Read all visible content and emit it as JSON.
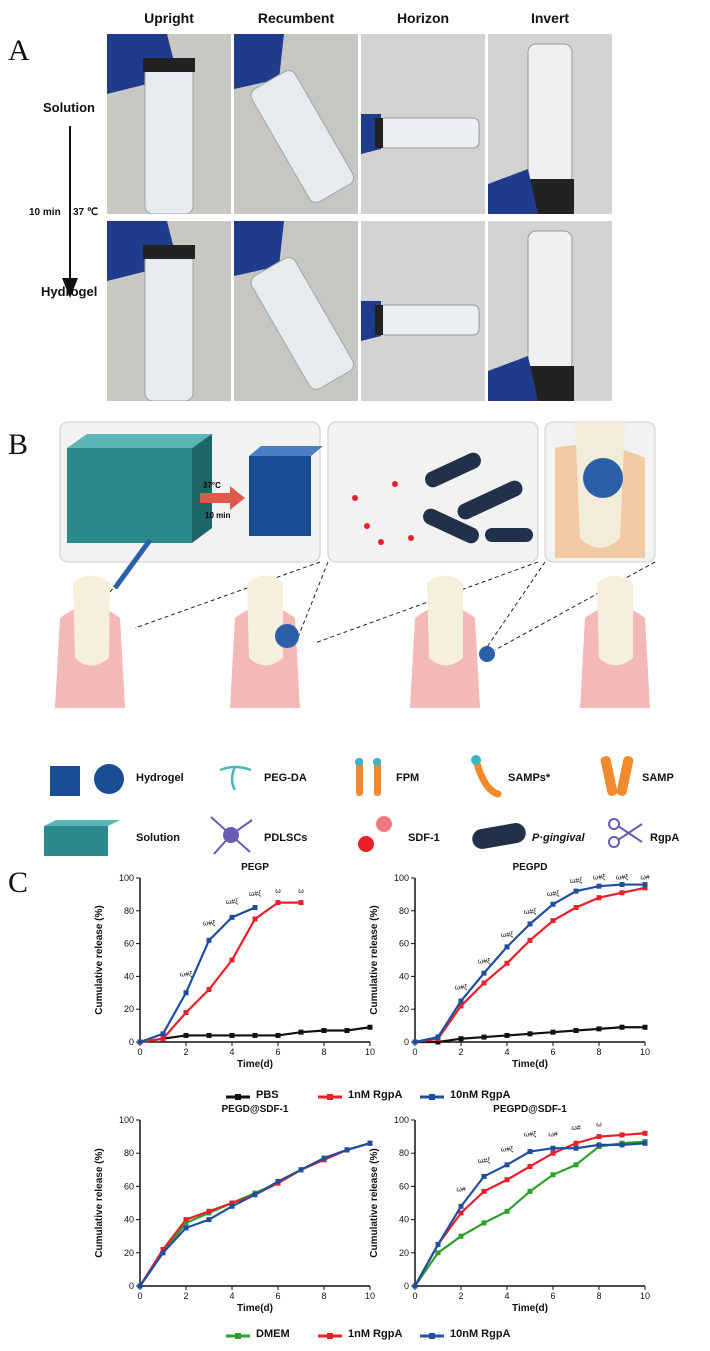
{
  "panels": {
    "a": "A",
    "b": "B",
    "c": "C"
  },
  "panel_a": {
    "columns": [
      "Upright",
      "Recumbent",
      "Horizon",
      "Invert"
    ],
    "rows": [
      "Solution",
      "Hydrogel"
    ],
    "arrow_label_left": "10 min",
    "arrow_label_right": "37 ℃"
  },
  "panel_b": {
    "inset_label_temp": "37°C",
    "inset_label_time": "10 min",
    "legend": [
      {
        "label": "Hydrogel",
        "icon": "hydrogel-cube-icon"
      },
      {
        "label": "PEG-DA",
        "icon": "peg-da-chain-icon"
      },
      {
        "label": "FPM",
        "icon": "fpm-peptide-icon"
      },
      {
        "label": "SAMPs*",
        "icon": "samp-star-icon"
      },
      {
        "label": "SAMP",
        "icon": "samp-rod-icon"
      },
      {
        "label": "Solution",
        "icon": "solution-block-icon"
      },
      {
        "label": "PDLSCs",
        "icon": "stem-cell-icon"
      },
      {
        "label": "SDF-1",
        "icon": "sdf1-sphere-icon"
      },
      {
        "label": "P·gingival",
        "icon": "bacteria-icon"
      },
      {
        "label": "RgpA",
        "icon": "scissors-icon"
      }
    ]
  },
  "legend_top": [
    {
      "label": "PBS",
      "color": "#111111"
    },
    {
      "label": "1nM RgpA",
      "color": "#e8202a"
    },
    {
      "label": "10nM RgpA",
      "color": "#1f4e9e"
    }
  ],
  "legend_bottom": [
    {
      "label": "DMEM",
      "color": "#2ca02c"
    },
    {
      "label": "1nM RgpA",
      "color": "#e8202a"
    },
    {
      "label": "10nM RgpA",
      "color": "#1f4e9e"
    }
  ],
  "chart_data": [
    {
      "type": "line",
      "title": "PEGP",
      "xlabel": "Time(d)",
      "ylabel": "Cumulative release (%)",
      "xlim": [
        0,
        10
      ],
      "ylim": [
        0,
        100
      ],
      "xticks": [
        0,
        2,
        4,
        6,
        8,
        10
      ],
      "yticks": [
        0,
        20,
        40,
        60,
        80,
        100
      ],
      "series": [
        {
          "name": "PBS",
          "color": "#111111",
          "x": [
            0,
            1,
            2,
            3,
            4,
            5,
            6,
            7,
            8,
            9,
            10
          ],
          "y": [
            0,
            2,
            4,
            4,
            4,
            4,
            4,
            6,
            7,
            7,
            9
          ]
        },
        {
          "name": "1nM RgpA",
          "color": "#e8202a",
          "x": [
            0,
            1,
            2,
            3,
            4,
            5,
            6,
            7
          ],
          "y": [
            0,
            2,
            18,
            32,
            50,
            75,
            85,
            85
          ]
        },
        {
          "name": "10nM RgpA",
          "color": "#1f4e9e",
          "x": [
            0,
            1,
            2,
            3,
            4,
            5
          ],
          "y": [
            0,
            5,
            30,
            62,
            76,
            82
          ]
        }
      ],
      "annotations": [
        {
          "x": 2,
          "y": 40,
          "text": "ω#ξ"
        },
        {
          "x": 3,
          "y": 71,
          "text": "ω#ξ"
        },
        {
          "x": 4,
          "y": 84,
          "text": "ω#ξ"
        },
        {
          "x": 5,
          "y": 89,
          "text": "ω#ξ"
        },
        {
          "x": 6,
          "y": 91,
          "text": "ω"
        },
        {
          "x": 7,
          "y": 91,
          "text": "ω"
        }
      ]
    },
    {
      "type": "line",
      "title": "PEGPD",
      "xlabel": "Time(d)",
      "ylabel": "Cumulative release (%)",
      "xlim": [
        0,
        10
      ],
      "ylim": [
        0,
        100
      ],
      "xticks": [
        0,
        2,
        4,
        6,
        8,
        10
      ],
      "yticks": [
        0,
        20,
        40,
        60,
        80,
        100
      ],
      "series": [
        {
          "name": "PBS",
          "color": "#111111",
          "x": [
            0,
            1,
            2,
            3,
            4,
            5,
            6,
            7,
            8,
            9,
            10
          ],
          "y": [
            0,
            0,
            2,
            3,
            4,
            5,
            6,
            7,
            8,
            9,
            9
          ]
        },
        {
          "name": "1nM RgpA",
          "color": "#e8202a",
          "x": [
            0,
            1,
            2,
            3,
            4,
            5,
            6,
            7,
            8,
            9,
            10
          ],
          "y": [
            0,
            2,
            22,
            36,
            48,
            62,
            74,
            82,
            88,
            91,
            94
          ]
        },
        {
          "name": "10nM RgpA",
          "color": "#1f4e9e",
          "x": [
            0,
            1,
            2,
            3,
            4,
            5,
            6,
            7,
            8,
            9,
            10
          ],
          "y": [
            0,
            3,
            25,
            42,
            58,
            72,
            84,
            92,
            95,
            96,
            96
          ]
        }
      ],
      "annotations": [
        {
          "x": 2,
          "y": 32,
          "text": "ω#ξ"
        },
        {
          "x": 3,
          "y": 48,
          "text": "ω#ξ"
        },
        {
          "x": 4,
          "y": 64,
          "text": "ω#ξ"
        },
        {
          "x": 5,
          "y": 78,
          "text": "ω#ξ"
        },
        {
          "x": 6,
          "y": 89,
          "text": "ω#ξ"
        },
        {
          "x": 7,
          "y": 97,
          "text": "ω#ξ"
        },
        {
          "x": 8,
          "y": 99,
          "text": "ω#ξ"
        },
        {
          "x": 9,
          "y": 99,
          "text": "ω#ξ"
        },
        {
          "x": 10,
          "y": 99,
          "text": "ω#"
        }
      ]
    },
    {
      "type": "line",
      "title": "PEGD@SDF-1",
      "xlabel": "Time(d)",
      "ylabel": "Cumulative release (%)",
      "xlim": [
        0,
        10
      ],
      "ylim": [
        0,
        100
      ],
      "xticks": [
        0,
        2,
        4,
        6,
        8,
        10
      ],
      "yticks": [
        0,
        20,
        40,
        60,
        80,
        100
      ],
      "series": [
        {
          "name": "DMEM",
          "color": "#2ca02c",
          "x": [
            0,
            1,
            2,
            3,
            4,
            5,
            6,
            7,
            8,
            9,
            10
          ],
          "y": [
            0,
            20,
            38,
            44,
            50,
            56,
            62,
            70,
            77,
            82,
            86
          ]
        },
        {
          "name": "1nM RgpA",
          "color": "#e8202a",
          "x": [
            0,
            1,
            2,
            3,
            4,
            5,
            6,
            7,
            8,
            9,
            10
          ],
          "y": [
            0,
            22,
            40,
            45,
            50,
            55,
            62,
            70,
            76,
            82,
            86
          ]
        },
        {
          "name": "10nM RgpA",
          "color": "#1f4e9e",
          "x": [
            0,
            1,
            2,
            3,
            4,
            5,
            6,
            7,
            8,
            9,
            10
          ],
          "y": [
            0,
            20,
            35,
            40,
            48,
            55,
            63,
            70,
            77,
            82,
            86
          ]
        }
      ],
      "annotations": []
    },
    {
      "type": "line",
      "title": "PEGPD@SDF-1",
      "xlabel": "Time(d)",
      "ylabel": "Cumulative release (%)",
      "xlim": [
        0,
        10
      ],
      "ylim": [
        0,
        100
      ],
      "xticks": [
        0,
        2,
        4,
        6,
        8,
        10
      ],
      "yticks": [
        0,
        20,
        40,
        60,
        80,
        100
      ],
      "series": [
        {
          "name": "DMEM",
          "color": "#2ca02c",
          "x": [
            0,
            1,
            2,
            3,
            4,
            5,
            6,
            7,
            8,
            9,
            10
          ],
          "y": [
            0,
            20,
            30,
            38,
            45,
            57,
            67,
            73,
            84,
            86,
            87
          ]
        },
        {
          "name": "1nM RgpA",
          "color": "#e8202a",
          "x": [
            0,
            1,
            2,
            3,
            4,
            5,
            6,
            7,
            8,
            9,
            10
          ],
          "y": [
            0,
            25,
            44,
            57,
            64,
            72,
            80,
            86,
            90,
            91,
            92
          ]
        },
        {
          "name": "10nM RgpA",
          "color": "#1f4e9e",
          "x": [
            0,
            1,
            2,
            3,
            4,
            5,
            6,
            7,
            8,
            9,
            10
          ],
          "y": [
            0,
            25,
            48,
            66,
            73,
            81,
            83,
            83,
            85,
            85,
            86
          ]
        }
      ],
      "annotations": [
        {
          "x": 2,
          "y": 57,
          "text": "ω#"
        },
        {
          "x": 3,
          "y": 74,
          "text": "ω#ξ"
        },
        {
          "x": 4,
          "y": 81,
          "text": "ω#ξ"
        },
        {
          "x": 5,
          "y": 90,
          "text": "ω#ξ"
        },
        {
          "x": 6,
          "y": 90,
          "text": "ω#"
        },
        {
          "x": 7,
          "y": 94,
          "text": "ω#"
        },
        {
          "x": 8,
          "y": 96,
          "text": "ω"
        }
      ]
    }
  ]
}
